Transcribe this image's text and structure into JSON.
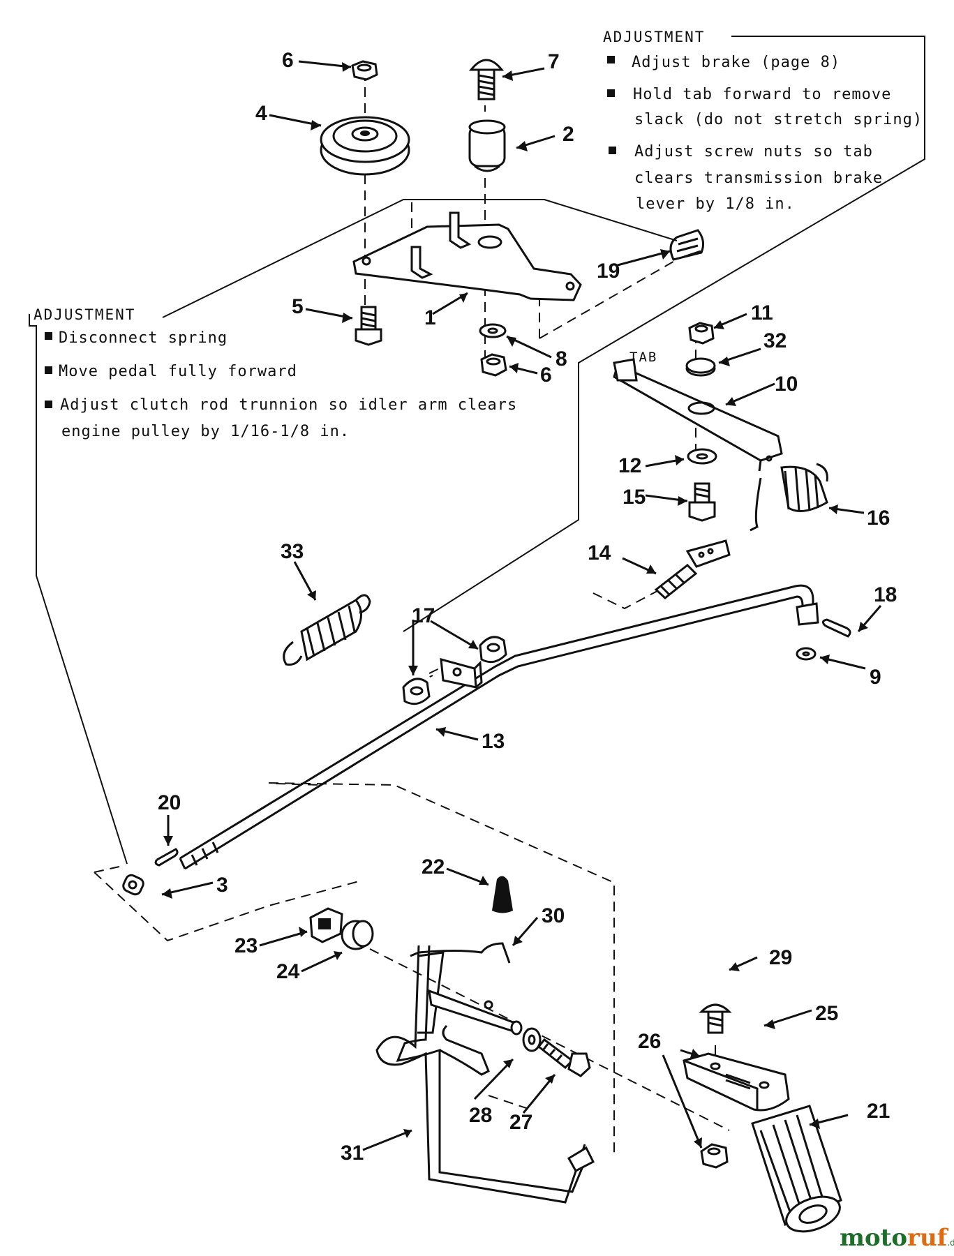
{
  "adjustment_top": {
    "title": "ADJUSTMENT",
    "bullets": [
      "Adjust brake (page 8)",
      "Hold tab forward to remove",
      "slack (do not stretch spring)",
      "Adjust screw nuts so tab",
      "clears transmission brake",
      "lever by 1/8 in."
    ]
  },
  "adjustment_left": {
    "title": "ADJUSTMENT",
    "bullets": [
      "Disconnect spring",
      "Move pedal fully forward",
      "Adjust clutch rod trunnion so idler arm clears",
      "engine pulley by 1/16-1/8 in."
    ]
  },
  "tab_label": "TAB",
  "callouts": [
    "1",
    "2",
    "3",
    "4",
    "5",
    "6",
    "6",
    "7",
    "8",
    "9",
    "10",
    "11",
    "12",
    "13",
    "14",
    "15",
    "16",
    "17",
    "18",
    "19",
    "20",
    "21",
    "22",
    "23",
    "24",
    "25",
    "26",
    "27",
    "28",
    "29",
    "30",
    "31",
    "32",
    "33"
  ],
  "watermark": {
    "part_a": "moto",
    "part_b": "ruf",
    "suffix": ".de"
  }
}
